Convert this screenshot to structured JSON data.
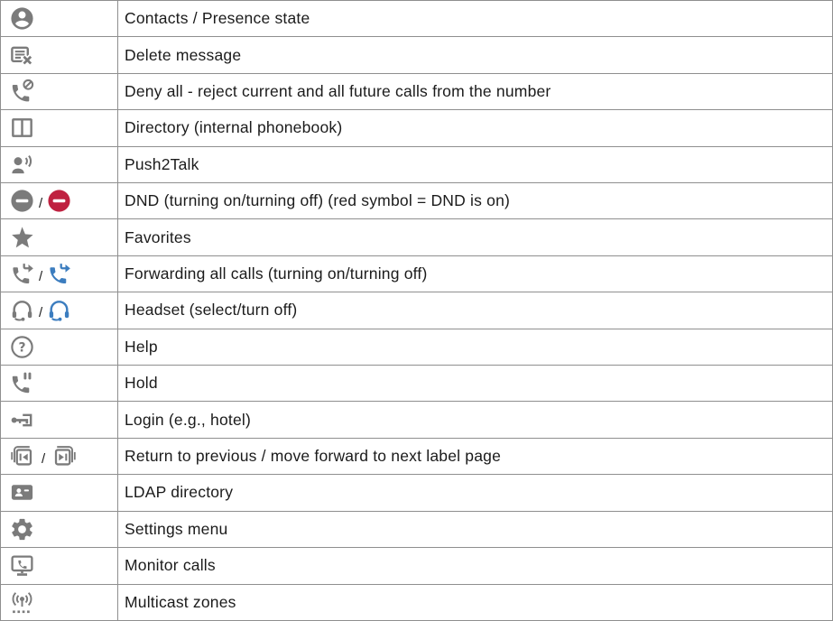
{
  "icon_separator": "/",
  "colors": {
    "icon_gray": "#7b7b7b",
    "dnd_red": "#bf2140",
    "accent_blue": "#3c7dbf",
    "border": "#8f8f8f",
    "text": "#1b1b1b"
  },
  "rows": [
    {
      "label": "Contacts / Presence state",
      "icons": [
        "contacts-icon"
      ]
    },
    {
      "label": "Delete message",
      "icons": [
        "delete-message-icon"
      ]
    },
    {
      "label": "Deny all - reject current and all future calls from the number",
      "icons": [
        "deny-call-icon"
      ]
    },
    {
      "label": "Directory (internal phonebook)",
      "icons": [
        "directory-icon"
      ]
    },
    {
      "label": "Push2Talk",
      "icons": [
        "push2talk-icon"
      ]
    },
    {
      "label": "DND (turning on/turning off) (red symbol = DND is on)",
      "icons": [
        "dnd-off-icon",
        "dnd-on-icon"
      ]
    },
    {
      "label": "Favorites",
      "icons": [
        "favorites-icon"
      ]
    },
    {
      "label": "Forwarding all calls (turning on/turning off)",
      "icons": [
        "forwarding-off-icon",
        "forwarding-on-icon"
      ]
    },
    {
      "label": "Headset (select/turn off)",
      "icons": [
        "headset-select-icon",
        "headset-off-icon"
      ]
    },
    {
      "label": "Help",
      "icons": [
        "help-icon"
      ]
    },
    {
      "label": "Hold",
      "icons": [
        "hold-icon"
      ]
    },
    {
      "label": "Login (e.g., hotel)",
      "icons": [
        "login-icon"
      ]
    },
    {
      "label": "Return to previous / move forward to next label page",
      "icons": [
        "previous-label-page-icon",
        "next-label-page-icon"
      ]
    },
    {
      "label": "LDAP directory",
      "icons": [
        "ldap-directory-icon"
      ]
    },
    {
      "label": "Settings menu",
      "icons": [
        "settings-icon"
      ]
    },
    {
      "label": "Monitor calls",
      "icons": [
        "monitor-calls-icon"
      ]
    },
    {
      "label": "Multicast zones",
      "icons": [
        "multicast-zones-icon"
      ]
    }
  ]
}
